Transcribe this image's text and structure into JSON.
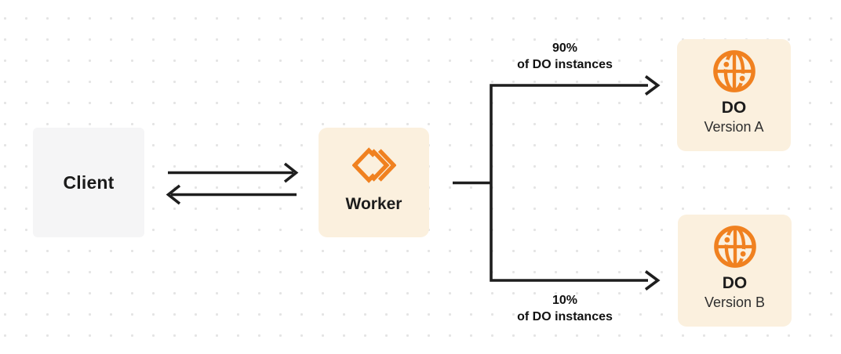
{
  "nodes": {
    "client": {
      "label": "Client"
    },
    "worker": {
      "label": "Worker"
    },
    "do_version_a": {
      "title": "DO",
      "subtitle": "Version A"
    },
    "do_version_b": {
      "title": "DO",
      "subtitle": "Version B"
    }
  },
  "edges": {
    "top_branch": {
      "percent": "90%",
      "caption": "of DO instances"
    },
    "bottom_branch": {
      "percent": "10%",
      "caption": "of DO instances"
    }
  },
  "icons": {
    "worker_icon": "workers-chevron-icon",
    "durable_object_icon": "globe-icon"
  },
  "colors": {
    "accent_orange": "#F08120",
    "box_cream": "#FBF0DE",
    "box_gray": "#F5F5F6",
    "arrow": "#1E1E1E",
    "dot_grid": "#E4E4E4"
  }
}
